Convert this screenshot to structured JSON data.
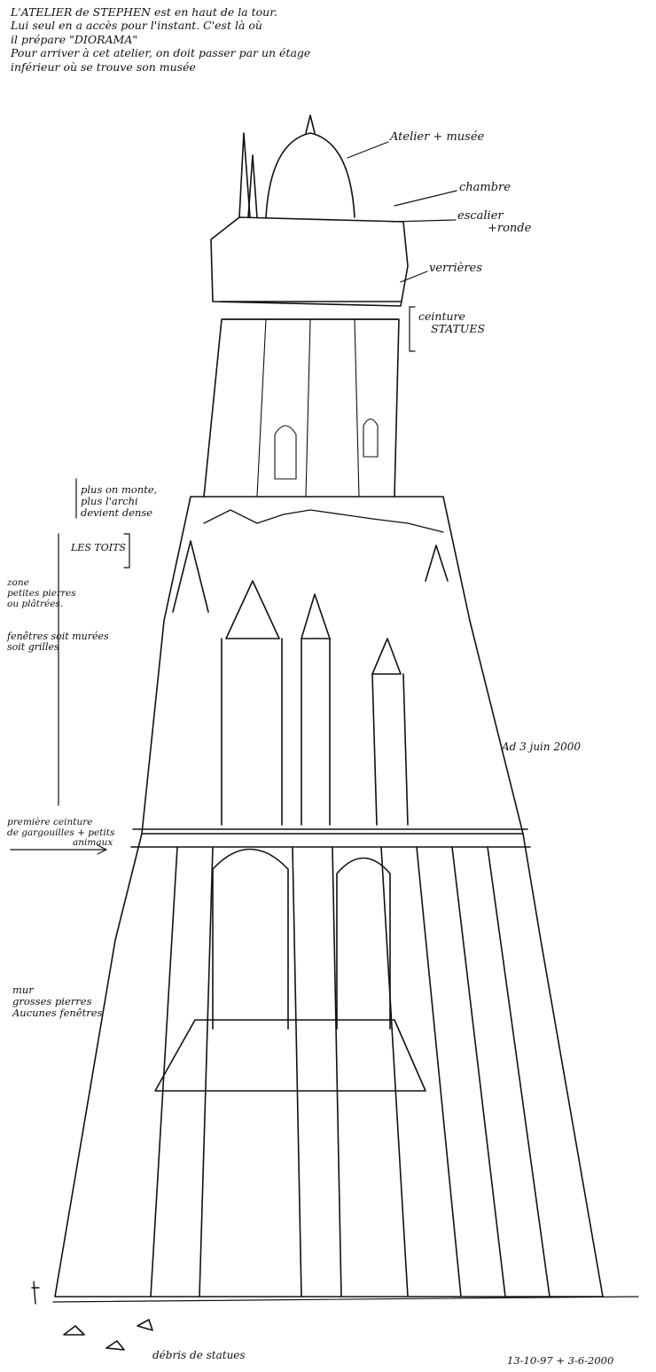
{
  "intro_note": {
    "lines": [
      "L'ATELIER de STEPHEN est en haut de la tour.",
      "Lui seul en a accès pour l'instant. C'est là où",
      "il prépare \"DIORAMA\"",
      "Pour arriver à cet atelier, on doit passer par un étage",
      "inférieur où se trouve son musée"
    ]
  },
  "labels": {
    "atelier": "Atelier + musée",
    "chambre": "chambre",
    "escalier": [
      "escalier",
      "+ronde"
    ],
    "verrieres": "verrières",
    "ceinture_statues": [
      "ceinture",
      "STATUES"
    ],
    "archi": [
      "plus on monte,",
      "plus l'archi",
      "devient dense"
    ],
    "toits": "LES TOITS",
    "zone": [
      "zone",
      "petites pierres",
      "ou plâtrées."
    ],
    "fenetres": [
      "fenêtres soit murées",
      "soit grilles"
    ],
    "gargouilles": [
      "première ceinture",
      "de gargouilles + petits",
      "animaux"
    ],
    "mur": [
      "mur",
      "grosses pierres",
      "Aucunes fenêtres"
    ],
    "debris": "débris de statues",
    "dates": "13-10-97 + 3-6-2000"
  },
  "signature": "Ad 3 juin 2000",
  "colors": {
    "ink": "#111111",
    "paper": "#ffffff"
  }
}
